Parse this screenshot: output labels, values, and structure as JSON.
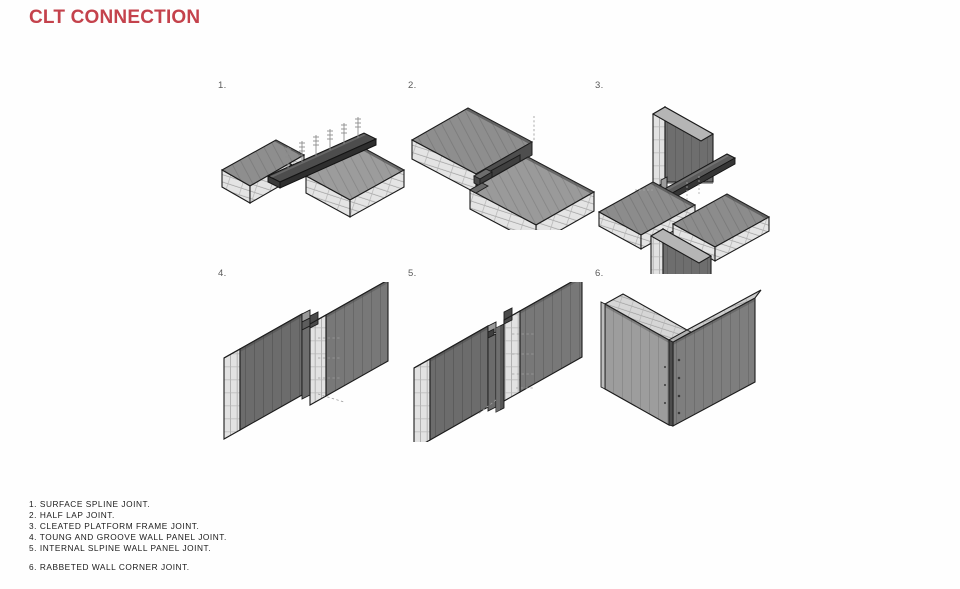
{
  "page": {
    "title": "CLT CONNECTION",
    "title_color": "#c4424c",
    "background_color": "#fefefe"
  },
  "figures": [
    {
      "label": "1.",
      "name": "surface-spline-joint",
      "caption_ref": "1. SURFACE SPLINE JOINT."
    },
    {
      "label": "2.",
      "name": "half-lap-joint",
      "caption_ref": "2. HALF LAP JOINT."
    },
    {
      "label": "3.",
      "name": "cleated-platform-frame-joint",
      "caption_ref": "3. CLEATED PLATFORM FRAME JOINT."
    },
    {
      "label": "4.",
      "name": "tongue-and-groove-wall-panel-joint",
      "caption_ref": "4. TOUNG AND GROOVE WALL PANEL JOINT."
    },
    {
      "label": "5.",
      "name": "internal-spline-wall-panel-joint",
      "caption_ref": "5. INTERNAL SLPINE WALL PANEL JOINT."
    },
    {
      "label": "6.",
      "name": "rabbeted-wall-corner-joint",
      "caption_ref": "6. RABBETED WALL CORNER JOINT."
    }
  ],
  "legend": {
    "items": [
      "1. SURFACE SPLINE JOINT.",
      "2. HALF LAP JOINT.",
      "3. CLEATED  PLATFORM  FRAME JOINT.",
      "4. TOUNG  AND GROOVE WALL PANEL JOINT.",
      "5. INTERNAL  SLPINE WALL PANEL JOINT.",
      "6. RABBETED  WALL CORNER JOINT."
    ]
  },
  "palette": {
    "face_dark": "#6f6f6f",
    "face_mid": "#8a8a8a",
    "face_light": "#b9b9b9",
    "face_top": "#9a9a9a",
    "edge_lamella": "#e2e2e2",
    "outline": "#1c1c1c",
    "plate_dark": "#4a4a4a"
  }
}
